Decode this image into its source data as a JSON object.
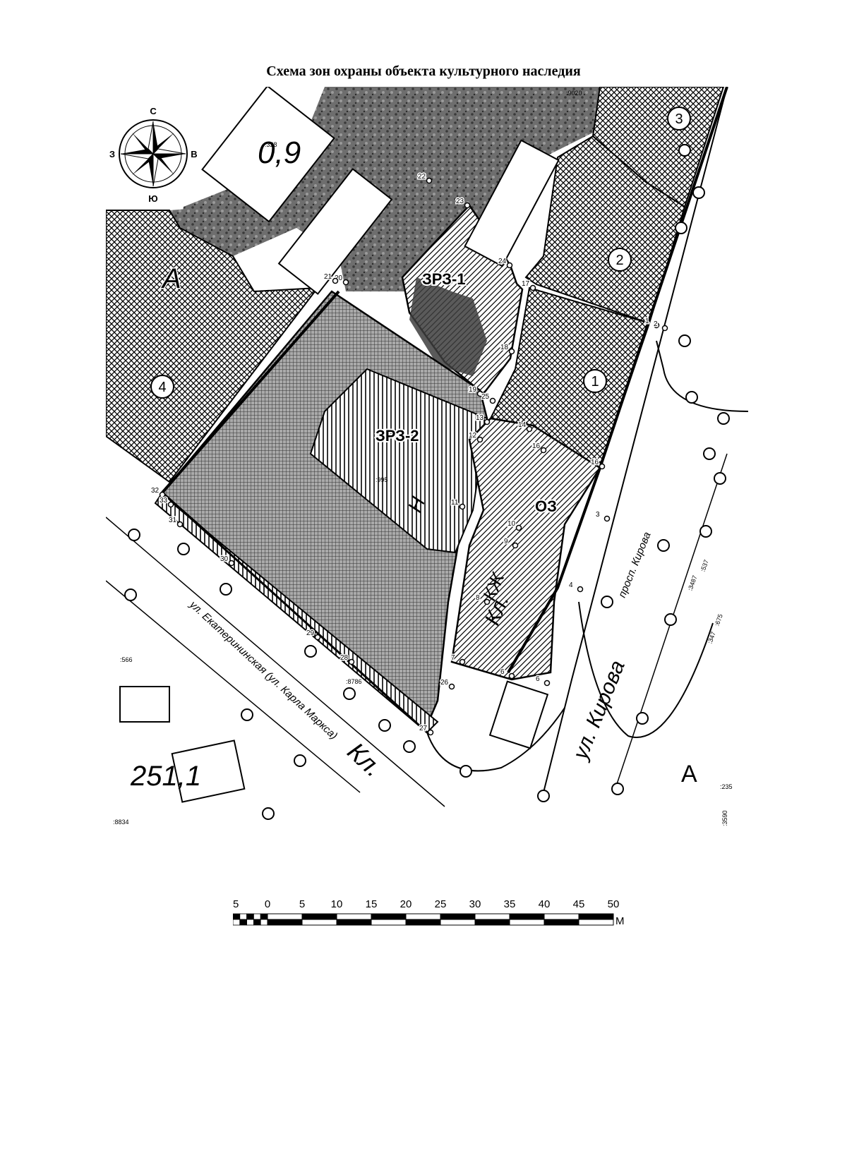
{
  "title": "Схема зон охраны объекта культурного наследия",
  "compass": {
    "n": "С",
    "s": "Ю",
    "w": "З",
    "e": "В"
  },
  "zones": {
    "zrz1": "ЗРЗ-1",
    "zrz2": "ЗРЗ-2",
    "oz": "ОЗ"
  },
  "building_letters": {
    "a_left": "А",
    "a_right": "А"
  },
  "objects": [
    "1",
    "2",
    "3",
    "4"
  ],
  "streets": {
    "ekaterininskaya": "ул. Екатерининская (ул. Карла Маркса)",
    "kirova_prospect": "просп. Кирова",
    "kirova_street": "ул. Кирова",
    "kl_right": "Кл.",
    "kl_left": "Кл."
  },
  "labels": {
    "height_09": "0,9",
    "elevation": "251,1",
    "n9020": ":9020",
    "n328": ":328",
    "n8786": ":8786",
    "n566": ":566",
    "n8834": ":8834",
    "n235": ":235",
    "n3590": ":3590",
    "n3487": ":3487",
    "n537": ":537",
    "n347": ":347",
    "n675": ":675",
    "n995": ":995",
    "kzh": "КЖ",
    "n5": "Н"
  },
  "points": [
    "1",
    "2",
    "3",
    "4",
    "6",
    "6",
    "7",
    "8",
    "9",
    "10",
    "11",
    "12",
    "13",
    "14",
    "16",
    "16",
    "17",
    "18",
    "19",
    "20",
    "21",
    "22",
    "23",
    "24",
    "25",
    "26",
    "27",
    "28",
    "29",
    "30",
    "31",
    "32",
    "33"
  ],
  "scale_bar": {
    "ticks": [
      "5",
      "0",
      "5",
      "10",
      "15",
      "20",
      "25",
      "30",
      "35",
      "40",
      "45",
      "50"
    ],
    "unit": "М"
  }
}
